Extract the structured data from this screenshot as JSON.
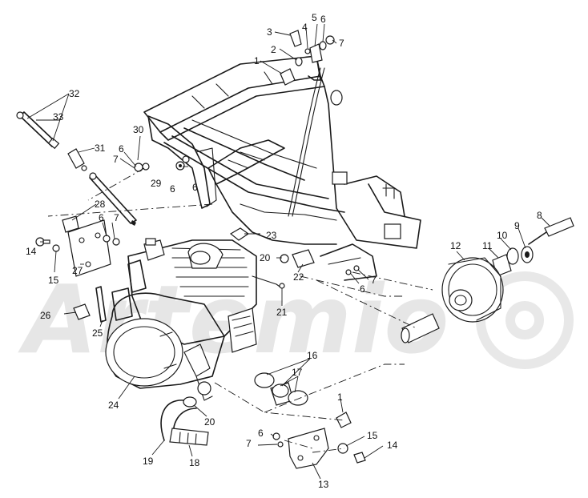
{
  "watermark": {
    "text": "Artemio",
    "color": "#e6e6e6"
  },
  "line_color": "#1a1a1a",
  "callouts": [
    {
      "id": "c1a",
      "label": "1"
    },
    {
      "id": "c1b",
      "label": "1"
    },
    {
      "id": "c2",
      "label": "2"
    },
    {
      "id": "c3",
      "label": "3"
    },
    {
      "id": "c4",
      "label": "4"
    },
    {
      "id": "c5",
      "label": "5"
    },
    {
      "id": "c6a",
      "label": "6"
    },
    {
      "id": "c6b",
      "label": "6"
    },
    {
      "id": "c6c",
      "label": "6"
    },
    {
      "id": "c6d",
      "label": "6"
    },
    {
      "id": "c6e",
      "label": "6"
    },
    {
      "id": "c6f",
      "label": "6"
    },
    {
      "id": "c6g",
      "label": "6"
    },
    {
      "id": "c7a",
      "label": "7"
    },
    {
      "id": "c7b",
      "label": "7"
    },
    {
      "id": "c7c",
      "label": "7"
    },
    {
      "id": "c7d",
      "label": "7"
    },
    {
      "id": "c7e",
      "label": "7"
    },
    {
      "id": "c8",
      "label": "8"
    },
    {
      "id": "c9",
      "label": "9"
    },
    {
      "id": "c10",
      "label": "10"
    },
    {
      "id": "c11",
      "label": "11"
    },
    {
      "id": "c12",
      "label": "12"
    },
    {
      "id": "c13",
      "label": "13"
    },
    {
      "id": "c14a",
      "label": "14"
    },
    {
      "id": "c14b",
      "label": "14"
    },
    {
      "id": "c15a",
      "label": "15"
    },
    {
      "id": "c15b",
      "label": "15"
    },
    {
      "id": "c16",
      "label": "16"
    },
    {
      "id": "c17",
      "label": "17"
    },
    {
      "id": "c18",
      "label": "18"
    },
    {
      "id": "c19",
      "label": "19"
    },
    {
      "id": "c20a",
      "label": "20"
    },
    {
      "id": "c20b",
      "label": "20"
    },
    {
      "id": "c21",
      "label": "21"
    },
    {
      "id": "c22",
      "label": "22"
    },
    {
      "id": "c23",
      "label": "23"
    },
    {
      "id": "c24",
      "label": "24"
    },
    {
      "id": "c25",
      "label": "25"
    },
    {
      "id": "c26",
      "label": "26"
    },
    {
      "id": "c27",
      "label": "27"
    },
    {
      "id": "c28",
      "label": "28"
    },
    {
      "id": "c29",
      "label": "29"
    },
    {
      "id": "c30",
      "label": "30"
    },
    {
      "id": "c31",
      "label": "31"
    },
    {
      "id": "c32",
      "label": "32"
    },
    {
      "id": "c33",
      "label": "33"
    }
  ]
}
